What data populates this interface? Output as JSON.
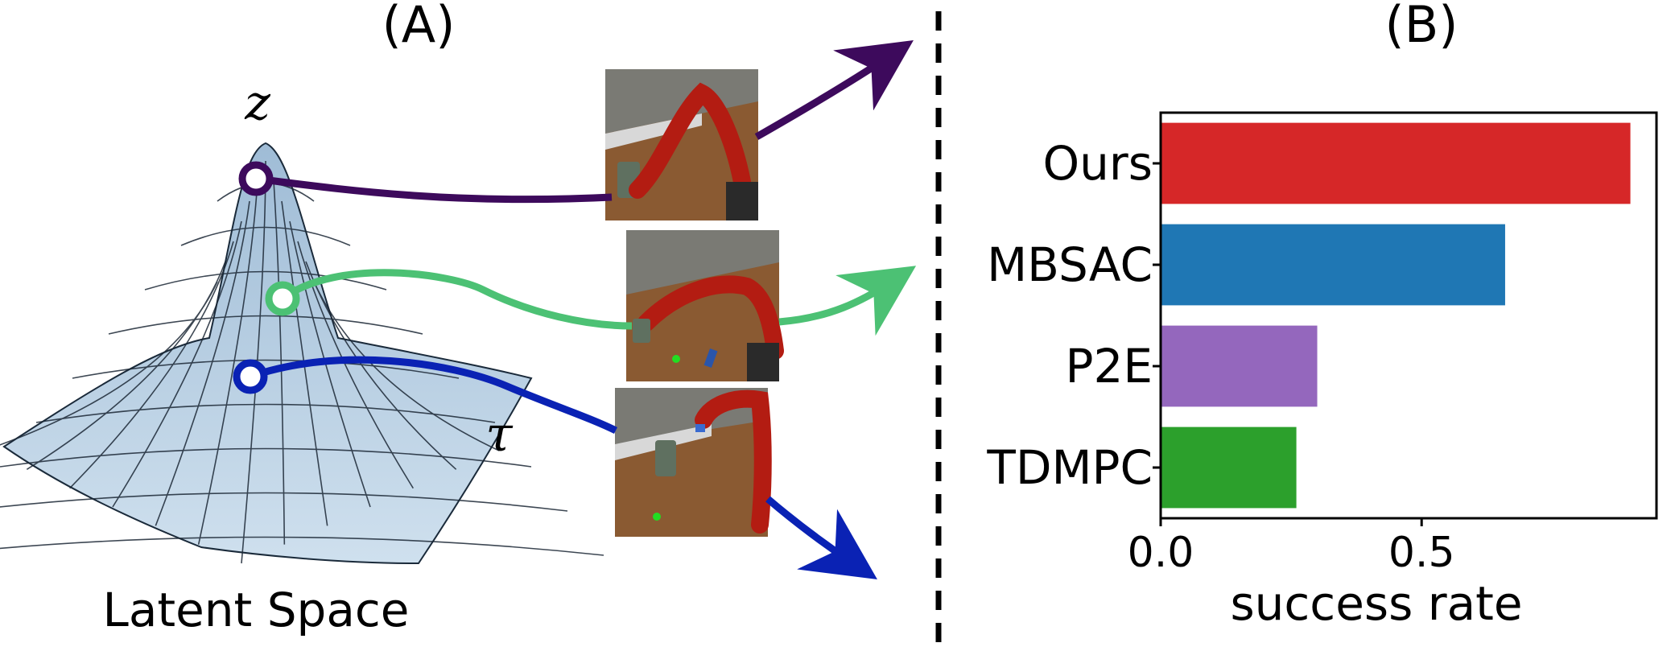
{
  "panel_a": {
    "label": "(A)",
    "z_symbol": "z",
    "tau_symbol": "τ",
    "caption": "Latent Space",
    "trajectory_colors": [
      "#3d0a5c",
      "#4cc174",
      "#0a22b4"
    ]
  },
  "panel_b": {
    "label": "(B)"
  },
  "chart_data": {
    "type": "bar",
    "orientation": "horizontal",
    "categories": [
      "Ours",
      "MBSAC",
      "P2E",
      "TDMPC"
    ],
    "values": [
      0.9,
      0.66,
      0.3,
      0.26
    ],
    "colors": [
      "#d62728",
      "#1f77b4",
      "#9467bd",
      "#2ca02c"
    ],
    "xlabel": "success rate",
    "ylabel": "",
    "xlim": [
      0,
      0.95
    ],
    "xticks": [
      0.0,
      0.5
    ],
    "xtick_labels": [
      "0.0",
      "0.5"
    ],
    "grid": false
  }
}
